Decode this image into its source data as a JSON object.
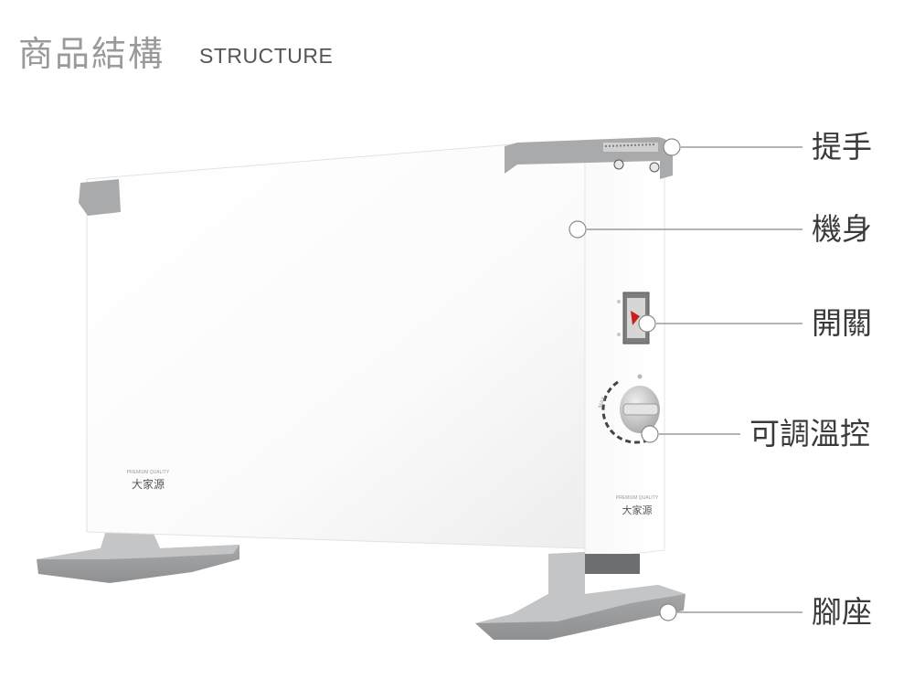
{
  "header": {
    "title_cn": "商品結構",
    "title_en": "STRUCTURE"
  },
  "callouts": [
    {
      "label": "提手"
    },
    {
      "label": "機身"
    },
    {
      "label": "開關"
    },
    {
      "label": "可調溫控"
    },
    {
      "label": "腳座"
    }
  ],
  "product": {
    "brand_text": "大家源",
    "badge_text": "PREMIUM QUALITY",
    "dial_text": "MAX",
    "colors": {
      "body": "#ffffff",
      "trim": "#a9aaac",
      "line": "#888888"
    }
  }
}
